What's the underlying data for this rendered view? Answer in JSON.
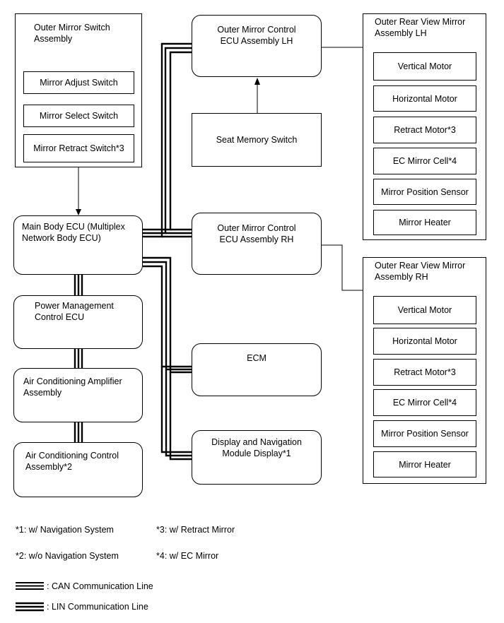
{
  "switch_assembly": {
    "title": "Outer Mirror Switch\nAssembly",
    "items": [
      "Mirror Adjust Switch",
      "Mirror Select Switch",
      "Mirror Retract Switch*3"
    ]
  },
  "ecu_lh": {
    "label": "Outer Mirror Control\nECU Assembly LH"
  },
  "ecu_rh": {
    "label": "Outer Mirror Control\nECU Assembly RH"
  },
  "seat_memory": {
    "label": "Seat Memory Switch"
  },
  "main_body_ecu": {
    "label": "Main Body ECU (Multiplex\nNetwork Body ECU)"
  },
  "power_mgmt": {
    "label": "Power Management\nControl ECU"
  },
  "ac_amp": {
    "label": "Air Conditioning Amplifier\nAssembly"
  },
  "ac_ctrl": {
    "label": "Air Conditioning Control\nAssembly*2"
  },
  "ecm": {
    "label": "ECM"
  },
  "display_nav": {
    "label": "Display and Navigation\nModule Display*1"
  },
  "mirror_lh": {
    "title": "Outer Rear View Mirror\nAssembly LH",
    "items": [
      "Vertical Motor",
      "Horizontal Motor",
      "Retract Motor*3",
      "EC Mirror Cell*4",
      "Mirror Position Sensor",
      "Mirror Heater"
    ]
  },
  "mirror_rh": {
    "title": "Outer Rear View Mirror\nAssembly RH",
    "items": [
      "Vertical Motor",
      "Horizontal Motor",
      "Retract Motor*3",
      "EC Mirror Cell*4",
      "Mirror Position Sensor",
      "Mirror Heater"
    ]
  },
  "notes": {
    "n1": "*1: w/ Navigation System",
    "n2": "*2: w/o Navigation System",
    "n3": "*3: w/ Retract Mirror",
    "n4": "*4: w/ EC Mirror"
  },
  "legend": {
    "can": ": CAN Communication Line",
    "lin": ": LIN Communication Line"
  }
}
